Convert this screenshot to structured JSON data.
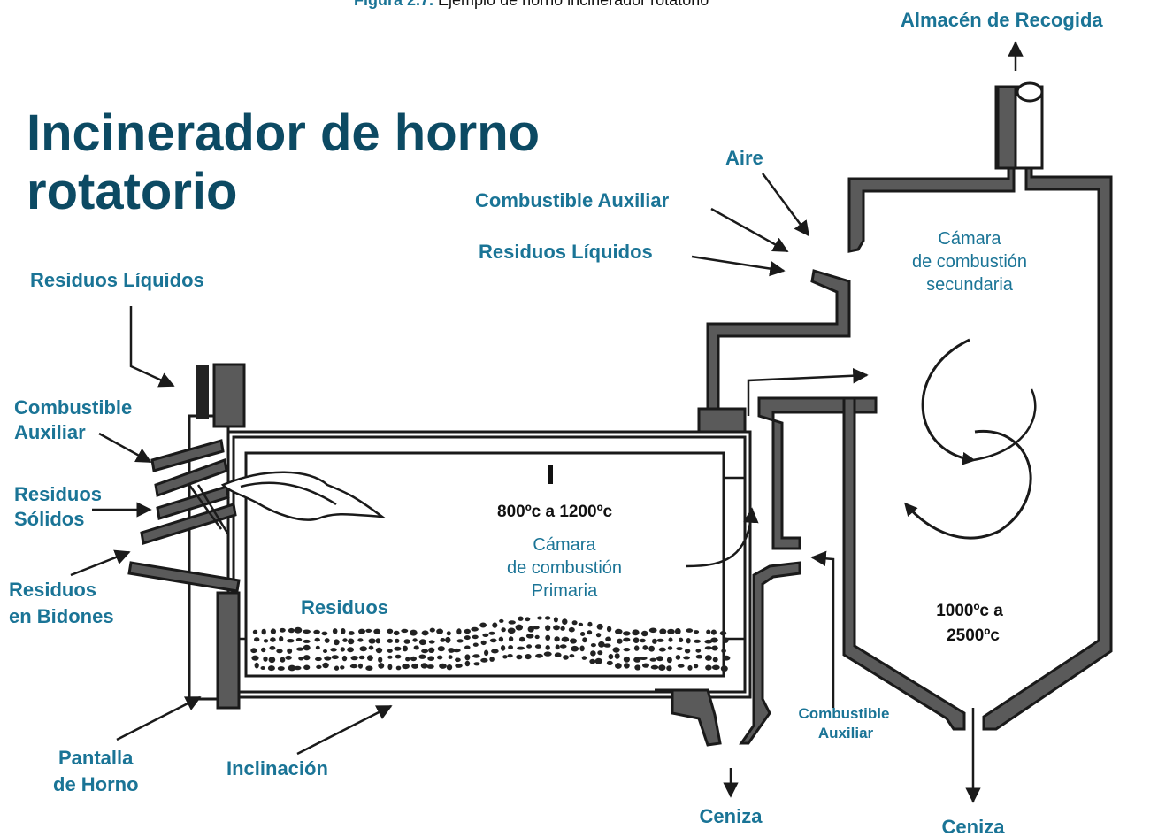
{
  "caption": {
    "figure": "Figura 2.7.",
    "text": " Ejemplo de horno incinerador rotatorio"
  },
  "title": {
    "line1": "Incinerador de horno",
    "line2": "rotatorio"
  },
  "labels": {
    "almacen": "Almacén de Recogida",
    "aire": "Aire",
    "comb_aux_top": "Combustible Auxiliar",
    "res_liq_top": "Residuos Líquidos",
    "res_liq_left": "Residuos Líquidos",
    "comb_aux_left_1": "Combustible",
    "comb_aux_left_2": "Auxiliar",
    "res_sol_1": "Residuos",
    "res_sol_2": "Sólidos",
    "res_bid_1": "Residuos",
    "res_bid_2": "en Bidones",
    "pantalla_1": "Pantalla",
    "pantalla_2": "de Horno",
    "inclinacion": "Inclinación",
    "residuos": "Residuos",
    "temp_primary": "800ºc a 1200ºc",
    "primary_1": "Cámara",
    "primary_2": "de combustión",
    "primary_3": "Primaria",
    "secondary_1": "Cámara",
    "secondary_2": "de combustión",
    "secondary_3": "secundaria",
    "temp_secondary_1": "1000ºc a",
    "temp_secondary_2": "2500ºc",
    "comb_aux_bottom_1": "Combustible",
    "comb_aux_bottom_2": "Auxiliar",
    "ceniza_1": "Ceniza",
    "ceniza_2": "Ceniza"
  },
  "colors": {
    "label": "#1a7496",
    "title": "#0c4a63",
    "wall": "#5a5a5a",
    "ink": "#1a1a1a"
  }
}
